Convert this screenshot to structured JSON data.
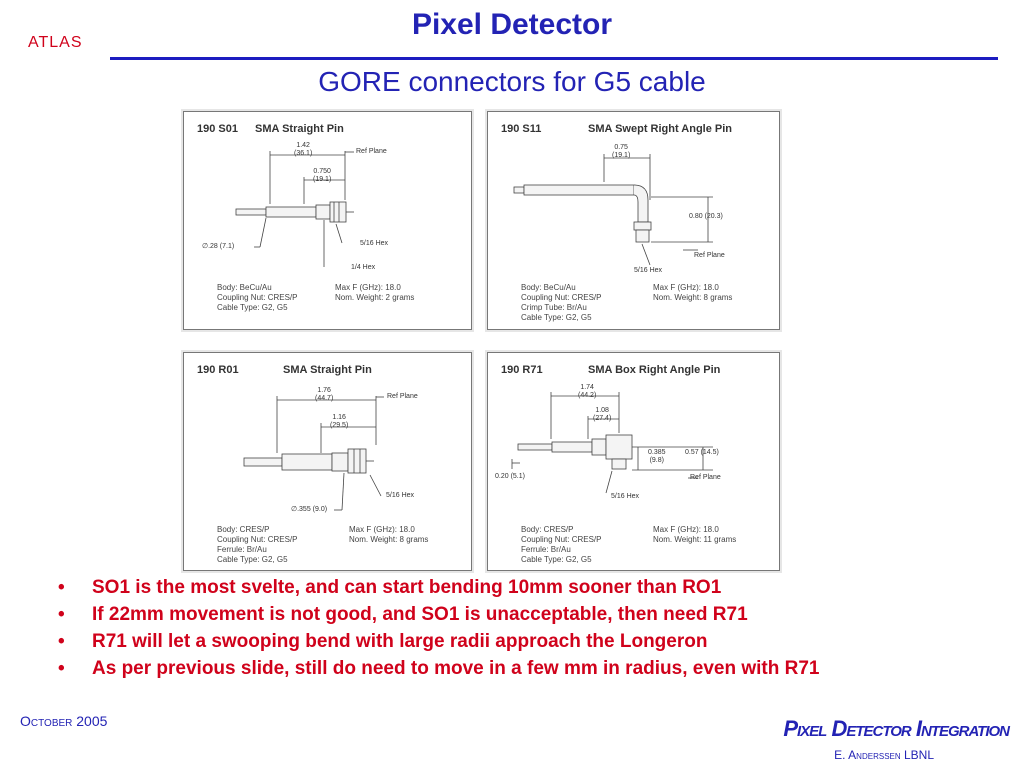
{
  "header": {
    "logo_text": "ATLAS",
    "title": "Pixel Detector",
    "subtitle": "GORE connectors for G5 cable"
  },
  "panels": [
    {
      "id": "190 S01",
      "name": "SMA Straight Pin",
      "dims": {
        "overall": "1.42\n(36.1)",
        "inner": "0.750\n(19.1)",
        "ref_plane": "Ref Plane",
        "hex_a": "5/16 Hex",
        "dia": "∅.28 (7.1)",
        "hex_b": "1/4 Hex"
      },
      "specs_left": [
        "Body: BeCu/Au",
        "Coupling Nut: CRES/P",
        "Cable Type: G2, G5"
      ],
      "specs_right": [
        "Max F (GHz): 18.0",
        "Nom. Weight: 2 grams"
      ]
    },
    {
      "id": "190 S11",
      "name": "SMA Swept Right Angle Pin",
      "dims": {
        "top": "0.75\n(19.1)",
        "side": "0.80 (20.3)",
        "ref_plane": "Ref Plane",
        "hex": "5/16 Hex"
      },
      "specs_left": [
        "Body: BeCu/Au",
        "Coupling Nut: CRES/P",
        "Crimp Tube: Br/Au",
        "Cable Type: G2, G5"
      ],
      "specs_right": [
        "Max F (GHz): 18.0",
        "Nom. Weight: 8 grams"
      ]
    },
    {
      "id": "190 R01",
      "name": "SMA Straight Pin",
      "dims": {
        "overall": "1.76\n(44.7)",
        "inner": "1.16\n(29.5)",
        "ref_plane": "Ref Plane",
        "hex": "5/16 Hex",
        "dia": "∅.355 (9.0)"
      },
      "specs_left": [
        "Body: CRES/P",
        "Coupling Nut: CRES/P",
        "Ferrule: Br/Au",
        "Cable Type: G2, G5"
      ],
      "specs_right": [
        "Max F (GHz): 18.0",
        "Nom. Weight: 8 grams"
      ]
    },
    {
      "id": "190 R71",
      "name": "SMA Box Right Angle Pin",
      "dims": {
        "overall": "1.74\n(44.2)",
        "inner": "1.08\n(27.4)",
        "d1": "0.385\n(9.8)",
        "d2": "0.57 (14.5)",
        "d3": "0.20 (5.1)",
        "ref_plane": "Ref Plane",
        "hex": "5/16 Hex"
      },
      "specs_left": [
        "Body: CRES/P",
        "Coupling Nut: CRES/P",
        "Ferrule: Br/Au",
        "Cable Type: G2, G5"
      ],
      "specs_right": [
        "Max F (GHz): 18.0",
        "Nom. Weight: 11 grams"
      ]
    }
  ],
  "bullets": [
    "SO1 is the most svelte, and can start bending 10mm sooner than RO1",
    "If 22mm movement is not good, and SO1 is unacceptable, then need R71",
    "R71 will let a swooping bend with large radii approach the Longeron",
    "As per previous slide, still do need to move in a few mm in radius, even with R71"
  ],
  "footer": {
    "date": "October 2005",
    "project": "Pixel Detector Integration",
    "author": "E. Anderssen LBNL"
  },
  "colors": {
    "title_blue": "#2323b4",
    "accent_red": "#d0021b"
  }
}
